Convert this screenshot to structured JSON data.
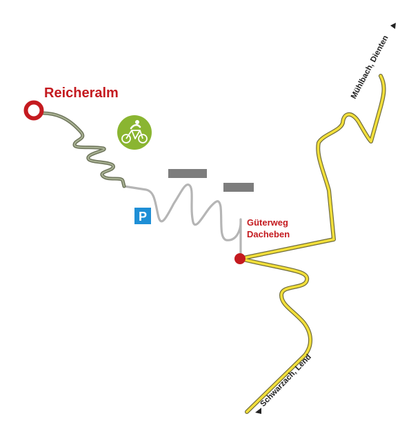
{
  "map": {
    "destination": {
      "name": "Reicheralm"
    },
    "junction": {
      "line1": "Güterweg",
      "line2": "Dacheben"
    },
    "roads": [
      {
        "label": "Mühlbach, Dienten",
        "direction": "north-east"
      },
      {
        "label": "Schwarzach, Lend",
        "direction": "south-west"
      }
    ],
    "parking": {
      "letter": "P"
    },
    "icons": [
      "bicycle-icon",
      "parking-icon",
      "start-marker-icon",
      "junction-marker-icon"
    ],
    "colors": {
      "accent_red": "#c41a1f",
      "main_road_yellow": "#f2df3a",
      "road_outline": "#6e6a3a",
      "forest_path": "#8f9a80",
      "access_road": "#b5b5b5",
      "bike_green": "#8ab531",
      "parking_blue": "#1e8fd6",
      "bar_gray": "#7d7d7d"
    }
  }
}
